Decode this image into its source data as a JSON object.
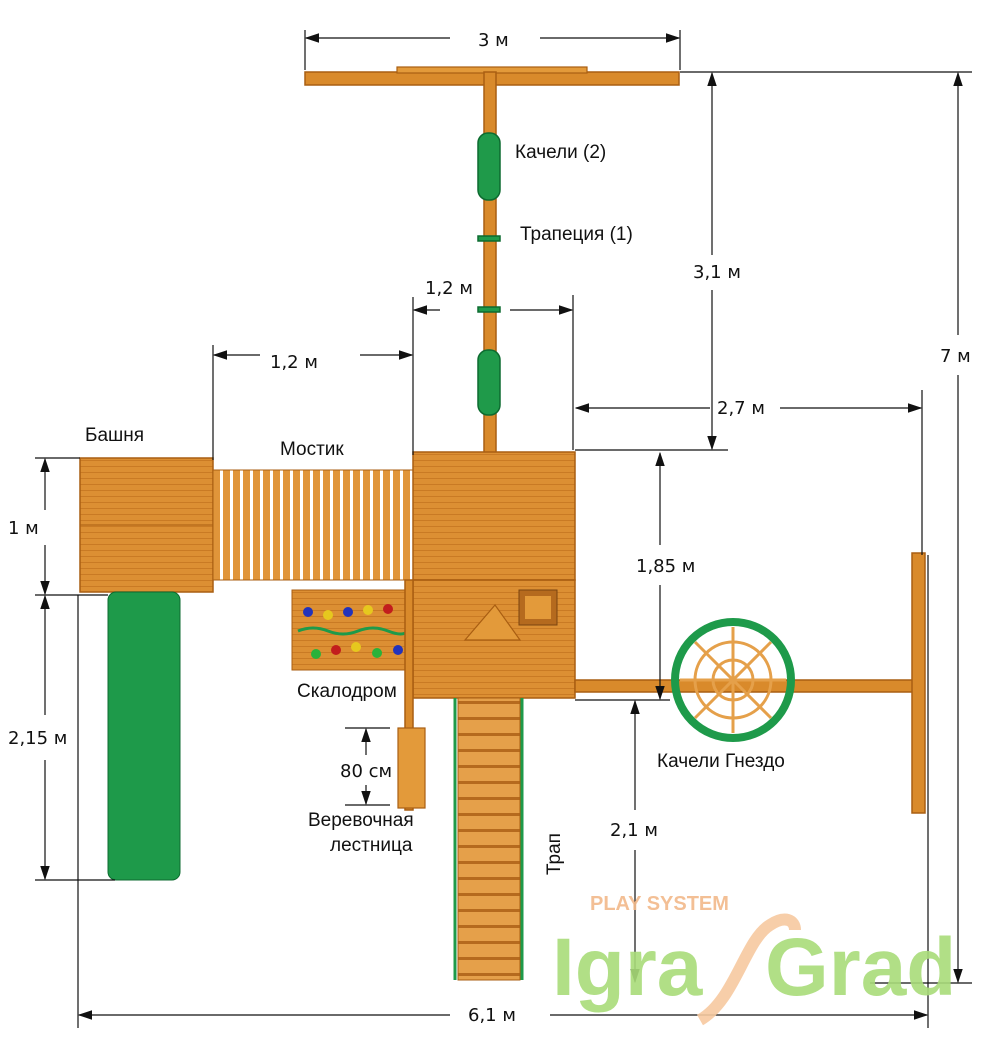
{
  "labels": {
    "swings": "Качели (2)",
    "trapeze": "Трапеция (1)",
    "tower": "Башня",
    "bridge": "Мостик",
    "climbing_wall": "Скалодром",
    "rope_ladder_1": "Веревочная",
    "rope_ladder_2": "лестница",
    "ramp": "Трап",
    "nest_swing": "Качели Гнездо"
  },
  "dimensions": {
    "top_width": "3 м",
    "swing_beam_length": "3,1 м",
    "total_depth": "7 м",
    "deck_width": "1,2 м",
    "bridge_length": "1,2 м",
    "nest_beam": "2,7 м",
    "tower_size": "1 м",
    "deck_to_beam": "1,85 м",
    "slide_length": "2,15 м",
    "rope_ladder_height": "80 см",
    "ramp_length": "2,1 м",
    "total_width": "6,1 м"
  },
  "logo": {
    "top": "PLAY SYSTEM",
    "left": "Igra",
    "right": "Grad",
    "colors": {
      "green": "#a9dc7a",
      "peach": "#f7c9a0"
    }
  }
}
